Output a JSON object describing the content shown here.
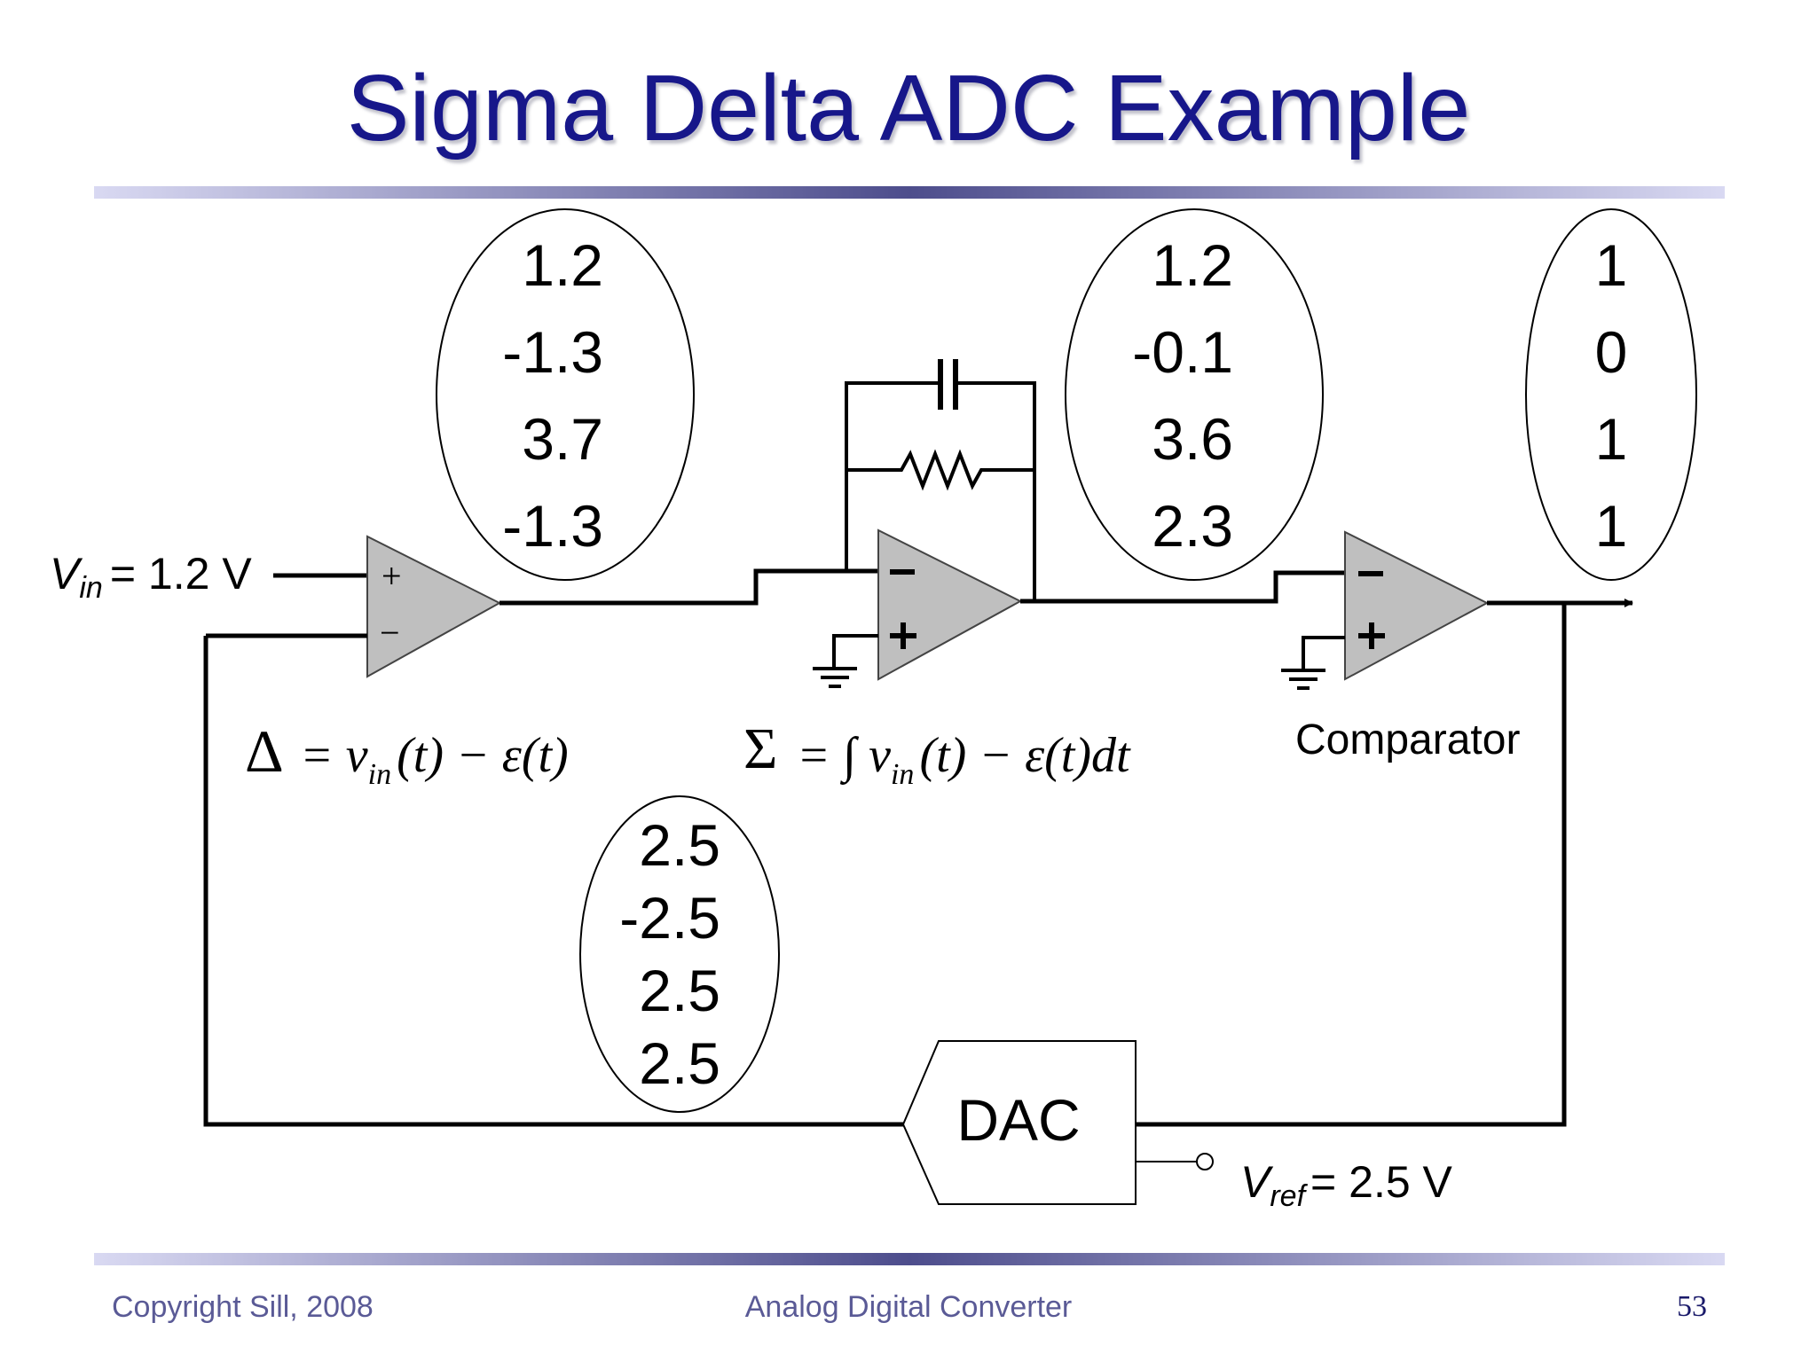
{
  "slide": {
    "title": "Sigma Delta ADC Example",
    "page_number": "53"
  },
  "footer": {
    "left": "Copyright Sill, 2008",
    "center": "Analog Digital Converter"
  },
  "inputs": {
    "vin_symbol": "V",
    "vin_sub": "in",
    "vin_value": "= 1.2 V",
    "vref_symbol": "V",
    "vref_sub": "ref",
    "vref_value": "= 2.5 V"
  },
  "blocks": {
    "comparator_label": "Comparator",
    "dac_label": "DAC",
    "plus": "+",
    "minus": "−"
  },
  "sequences": {
    "difference": [
      "1.2",
      "-1.3",
      "3.7",
      "-1.3"
    ],
    "integrator": [
      "1.2",
      "-0.1",
      "3.6",
      "2.3"
    ],
    "output_bits": [
      "1",
      "0",
      "1",
      "1"
    ],
    "dac_feedback": [
      "2.5",
      "-2.5",
      "2.5",
      "2.5"
    ]
  },
  "equations": {
    "delta_symbol": "Δ",
    "sigma_symbol": "Σ",
    "delta_rhs": "= v",
    "sigma_rhs": "= ∫ v",
    "sub_in": "in",
    "rest_delta": "(t) − ε(t)",
    "rest_sigma": "(t) − ε(t)dt",
    "symbol_color": "#1a1adb"
  },
  "colors": {
    "title": "#17178a",
    "opamp_fill": "#bfbfbf",
    "footer": "#5a5a96"
  }
}
